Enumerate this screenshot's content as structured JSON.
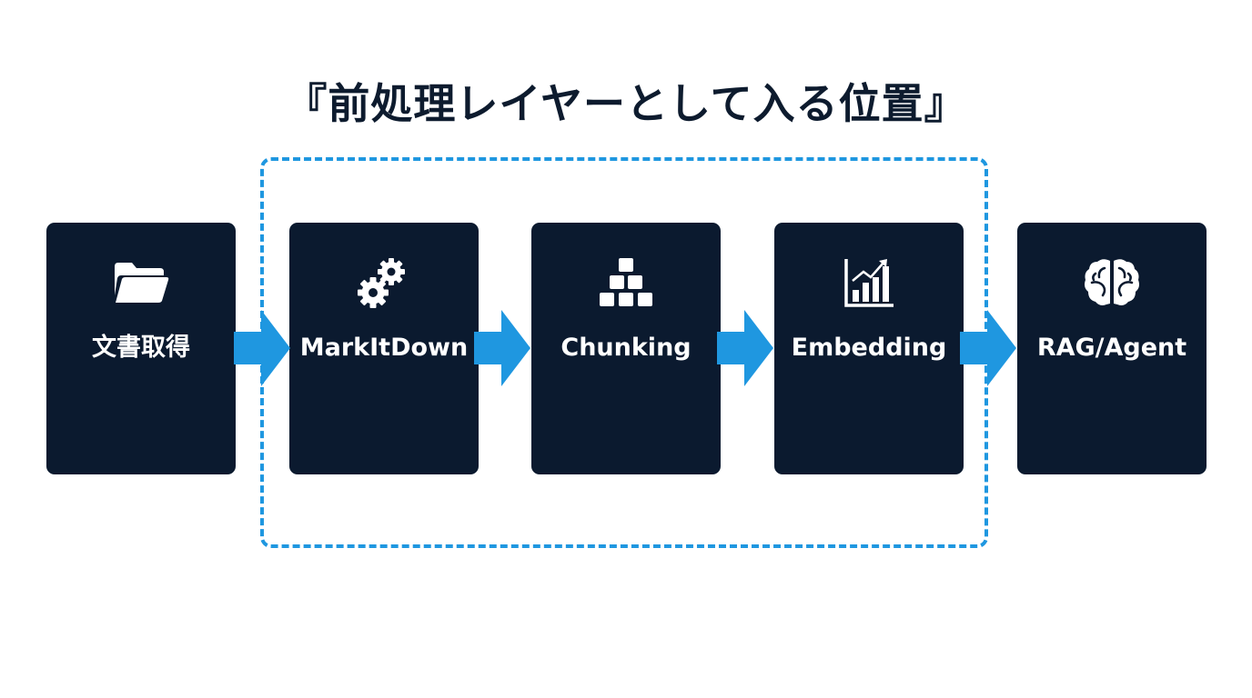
{
  "title": "『前処理レイヤーとして入る位置』",
  "colors": {
    "box": "#0b1a2f",
    "accent": "#1f97e0",
    "title": "#0d1b2e"
  },
  "steps": [
    {
      "label": "文書取得",
      "icon": "folder-icon"
    },
    {
      "label": "MarkItDown",
      "icon": "gears-icon"
    },
    {
      "label": "Chunking",
      "icon": "blocks-icon"
    },
    {
      "label": "Embedding",
      "icon": "bar-chart-icon"
    },
    {
      "label": "RAG/Agent",
      "icon": "brain-icon"
    }
  ]
}
